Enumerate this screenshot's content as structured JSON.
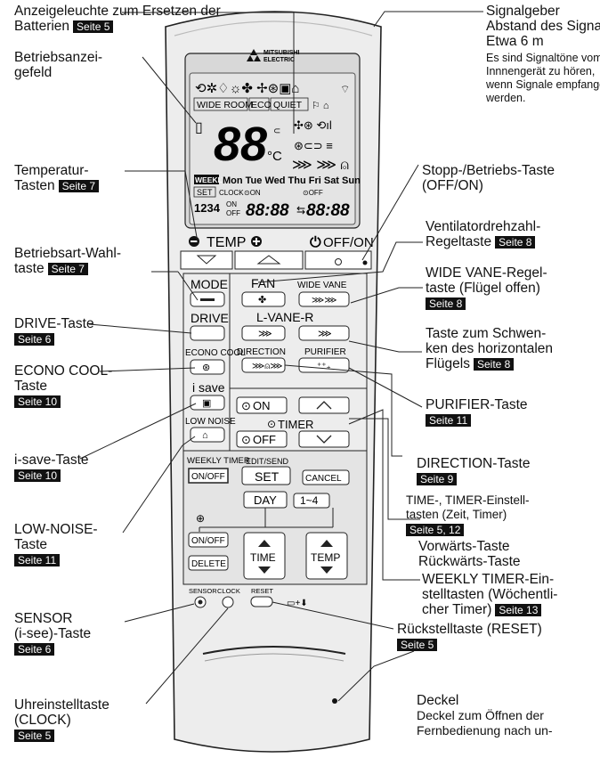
{
  "remote": {
    "brand": [
      "MITSUBISHI",
      "ELECTRIC"
    ],
    "lcd": {
      "mode_row": [
        "WIDE ROOM",
        "ECO",
        "QUIET"
      ],
      "temperature": "88",
      "unit": "°C",
      "weekly": "WEEKLY",
      "days": "Mon Tue Wed Thu Fri Sat Sun",
      "set": "SET",
      "clock": "CLOCK",
      "digits": "1234",
      "on": "ON",
      "off": "OFF",
      "time1": "88:88",
      "time2": "88:88"
    },
    "temp_label": "TEMP",
    "off_on": "OFF/ON",
    "buttons": {
      "mode": "MODE",
      "fan": "FAN",
      "wide_vane": "WIDE VANE",
      "drive": "DRIVE",
      "lvane_r": "L-VANE-R",
      "econo_cool": "ECONO COOL",
      "direction": "DIRECTION",
      "purifier": "PURIFIER",
      "i_save": "i save",
      "low_noise": "LOW NOISE",
      "on": "ON",
      "timer": "TIMER",
      "off": "OFF",
      "weekly_timer": "WEEKLY TIMER",
      "weekly_onoff": "ON/OFF",
      "edit_send": "EDIT/SEND",
      "set": "SET",
      "cancel": "CANCEL",
      "day": "DAY",
      "one_four": "1~4",
      "onoff": "ON/OFF",
      "delete": "DELETE",
      "time": "TIME",
      "temp": "TEMP",
      "sensor": "SENSOR",
      "clock": "CLOCK",
      "reset": "RESET"
    }
  },
  "labels_left": {
    "battery": "Anzeigeleuchte zum Ersetzen der",
    "battery2": "Batterien",
    "battery_page": "Seite 5",
    "display": "Betriebsanzei-",
    "display2": "gefeld",
    "temperature": "Temperatur-",
    "temperature2": "Tasten",
    "temperature_page": "Seite 7",
    "mode": "Betriebsart-Wahl-",
    "mode2": "taste",
    "mode_page": "Seite 7",
    "drive": "DRIVE-Taste",
    "drive_page": "Seite 6",
    "econo": "ECONO COOL-",
    "econo2": "Taste",
    "econo_page": "Seite 10",
    "isave": "i-save-Taste",
    "isave_page": "Seite 10",
    "lownoise": "LOW-NOISE-",
    "lownoise2": "Taste",
    "lownoise_page": "Seite 11",
    "sensor": "SENSOR",
    "sensor2": "(i-see)-Taste",
    "sensor_page": "Seite 6",
    "clock": "Uhreinstelltaste",
    "clock2": "(CLOCK)",
    "clock_page": "Seite 5"
  },
  "labels_right": {
    "signal": "Signalgeber",
    "signal2": "Abstand des Signals:",
    "signal3": "Etwa 6 m",
    "signal_note1": "Es sind Signaltöne vom",
    "signal_note2": "Innnengerät zu hören,",
    "signal_note3": "wenn Signale empfangen",
    "signal_note4": "werden.",
    "stop": "Stopp-/Betriebs-Taste",
    "stop2": "(OFF/ON)",
    "fan": "Ventilatordrehzahl-",
    "fan2": "Regeltaste",
    "fan_page": "Seite 8",
    "wide": "WIDE VANE-Regel-",
    "wide2": "taste (Flügel offen)",
    "wide_page": "Seite 8",
    "swing": "Taste zum Schwen-",
    "swing2": "ken des horizontalen",
    "swing3": "Flügels",
    "swing_page": "Seite 8",
    "purifier": "PURIFIER-Taste",
    "purifier_page": "Seite 11",
    "direction": "DIRECTION-Taste",
    "direction_page": "Seite 9",
    "time": "TIME-, TIMER-Einstell-",
    "time2": "tasten (Zeit, Timer)",
    "time_page": "Seite 5, 12",
    "forward": "Vorwärts-Taste",
    "backward": "Rückwärts-Taste",
    "weekly": "WEEKLY TIMER-Ein-",
    "weekly2": "stelltasten (Wöchentli-",
    "weekly3": "cher Timer)",
    "weekly_page": "Seite 13",
    "reset": "Rückstelltaste (RESET)",
    "reset_page": "Seite 5",
    "cover": "Deckel",
    "cover2": "Deckel zum Öffnen der",
    "cover3": "Fernbedienung nach un-"
  }
}
